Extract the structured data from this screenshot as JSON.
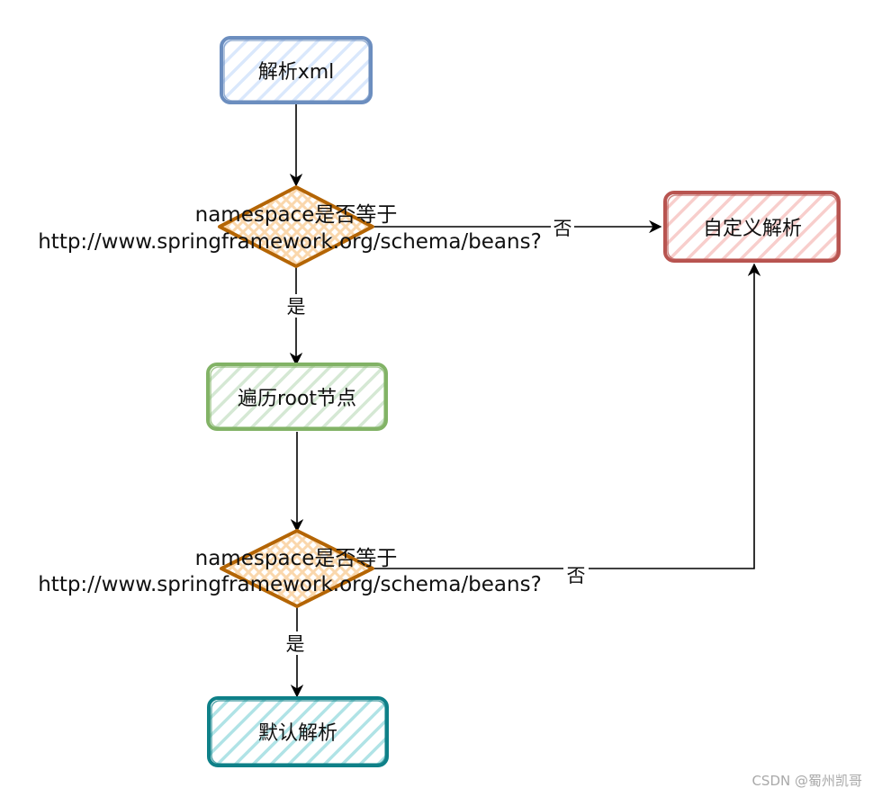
{
  "nodes": {
    "parse_xml": {
      "label": "解析xml",
      "stroke": "#6c8ebf",
      "fill": "#dae8fc"
    },
    "check_namespace_1": {
      "line1": "namespace是否等于",
      "line2": "http://www.springframework.org/schema/beans?",
      "stroke": "#b46504",
      "fill": "#fad7ac"
    },
    "custom_parse": {
      "label": "自定义解析",
      "stroke": "#b85450",
      "fill": "#f8cecc"
    },
    "traverse_root": {
      "label": "遍历root节点",
      "stroke": "#82b366",
      "fill": "#d5e8d4"
    },
    "check_namespace_2": {
      "line1": "namespace是否等于",
      "line2": "http://www.springframework.org/schema/beans?",
      "stroke": "#b46504",
      "fill": "#fad7ac"
    },
    "default_parse": {
      "label": "默认解析",
      "stroke": "#0e8088",
      "fill": "#b0e3e6"
    }
  },
  "edges": {
    "yes_1": "是",
    "no_1": "否",
    "yes_2": "是",
    "no_2": "否"
  },
  "watermark": "CSDN @蜀州凯哥"
}
